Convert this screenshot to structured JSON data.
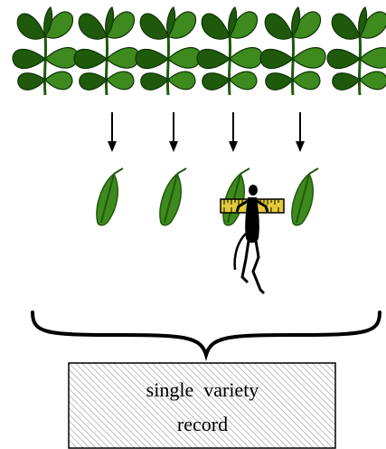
{
  "record_box": {
    "line1": "single  variety",
    "line2": "record"
  },
  "colors": {
    "leaf": "#3e8a1e",
    "leaf_dark": "#1f5a0c",
    "leaf_vein": "#0f3306",
    "arrow": "#000000",
    "figure": "#000000",
    "ruler": "#e2cb3a",
    "brace": "#000000",
    "hatch": "#9a9a9a"
  },
  "icons": {
    "plant": "plant-icon",
    "leaf": "leaf-icon",
    "arrow": "arrow-down-icon",
    "person": "person-measuring-icon"
  },
  "counts": {
    "plants": 6,
    "sampled_leaves": 4
  }
}
